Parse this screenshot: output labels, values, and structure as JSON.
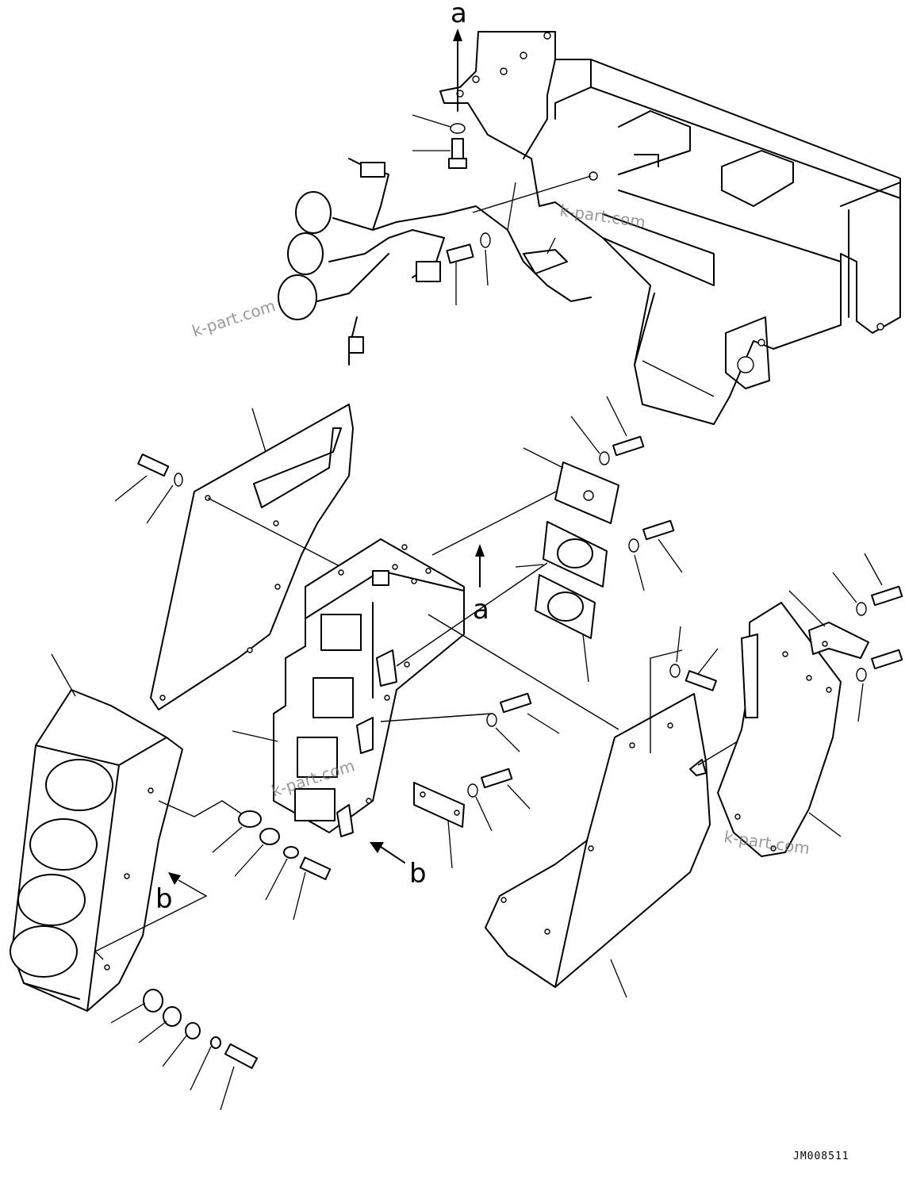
{
  "refs": {
    "a": "a",
    "b": "b"
  },
  "watermark": "k-part.com",
  "drawing_code": "JM008511"
}
